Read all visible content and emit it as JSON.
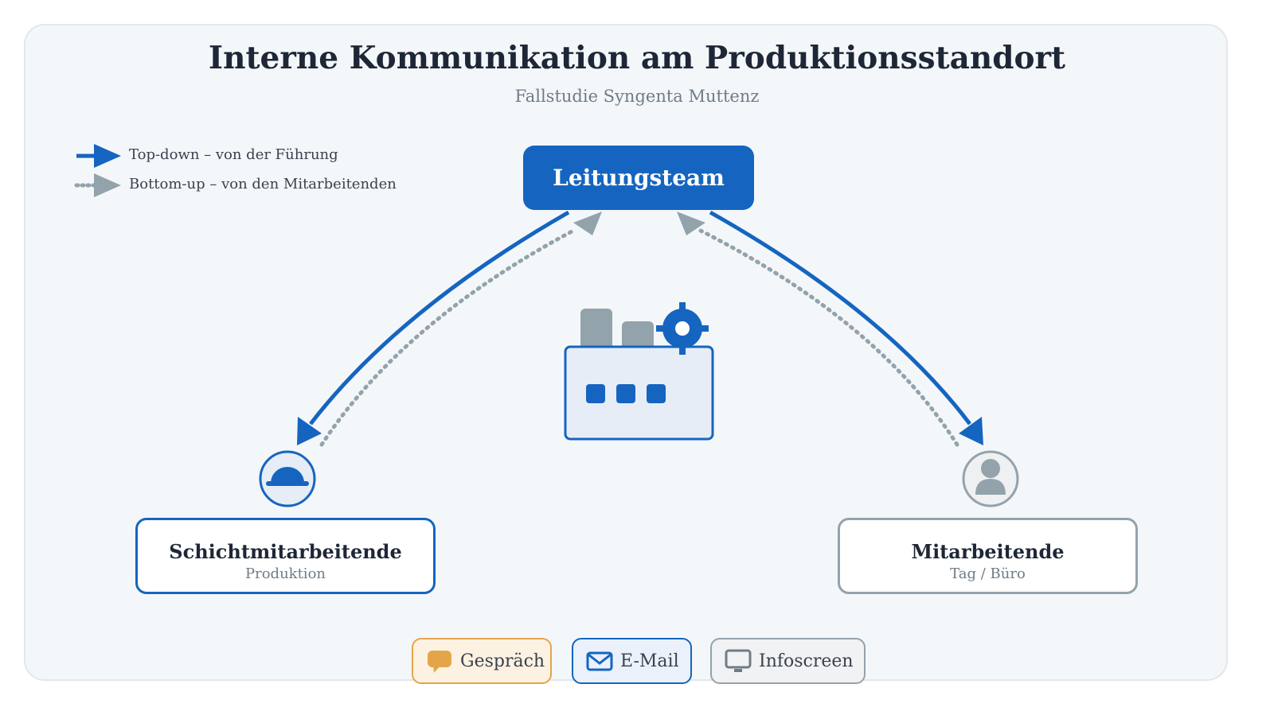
{
  "title": "Interne Kommunikation am Produktionsstandort",
  "subtitle": "Fallstudie Syngenta Muttenz",
  "legend": {
    "top_down": "Top-down – von der Führung",
    "bottom_up": "Bottom-up – von den Mitarbeitenden"
  },
  "nodes": {
    "lead": "Leitungsteam",
    "shift": {
      "title": "Schichtmitarbeitende",
      "subtitle": "Produktion"
    },
    "staff": {
      "title": "Mitarbeitende",
      "subtitle": "Tag / Büro"
    }
  },
  "channels": [
    {
      "label": "Gespräch",
      "icon": "speech-bubble-icon"
    },
    {
      "label": "E-Mail",
      "icon": "envelope-icon"
    },
    {
      "label": "Infoscreen",
      "icon": "monitor-icon"
    }
  ],
  "colors": {
    "top_down": "#1565c0",
    "bottom_up": "#93a3ac",
    "talk": "#e4a54a",
    "title": "#1e2736"
  }
}
